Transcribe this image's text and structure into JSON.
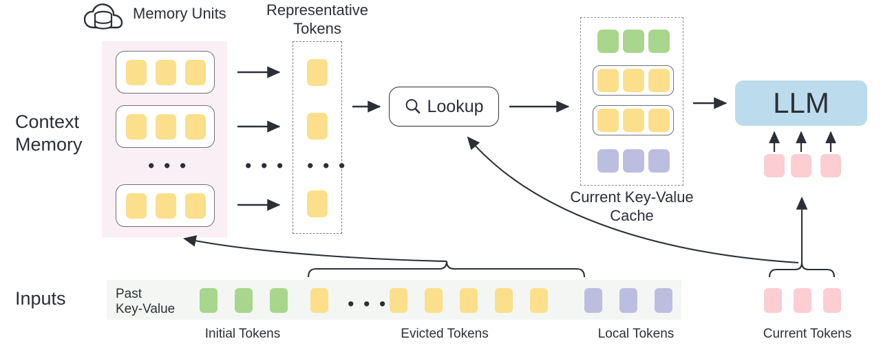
{
  "diagram": {
    "title": "Context Memory LLM Key-Value Cache Architecture",
    "row_labels": {
      "context_memory": "Context\nMemory",
      "inputs": "Inputs"
    },
    "headings": {
      "memory_units": "Memory Units",
      "representative_tokens": "Representative\nTokens",
      "current_kv_cache": "Current Key-Value\nCache"
    },
    "nodes": {
      "lookup": "Lookup",
      "llm": "LLM",
      "past_key_value": "Past\nKey-Value"
    },
    "ellipsis": "• • •",
    "captions": [
      {
        "name": "initial-tokens",
        "label": "Initial Tokens"
      },
      {
        "name": "evicted-tokens",
        "label": "Evicted Tokens"
      },
      {
        "name": "local-tokens",
        "label": "Local Tokens"
      },
      {
        "name": "current-tokens",
        "label": "Current Tokens"
      }
    ],
    "colors": {
      "yellow_token": "#FBDF8B",
      "green_token": "#A8D68C",
      "purple_token": "#BCBEE0",
      "pink_token": "#FCCDD2",
      "llm_blue": "#BCDBEC",
      "memory_background": "#FAEFF5",
      "inputs_background": "#F4F6F4",
      "stroke": "#2B2F36",
      "dashed_stroke": "#7B7B83"
    },
    "memory_units": [
      {
        "name": "memory-unit-1",
        "tokens": [
          "yellow",
          "yellow",
          "yellow"
        ]
      },
      {
        "name": "memory-unit-2",
        "tokens": [
          "yellow",
          "yellow",
          "yellow"
        ]
      },
      {
        "name": "memory-unit-n",
        "tokens": [
          "yellow",
          "yellow",
          "yellow"
        ]
      }
    ],
    "representative_tokens": [
      "yellow",
      "yellow",
      "yellow"
    ],
    "kv_cache_rows": [
      {
        "name": "kv-row-initial",
        "color": "green",
        "boxed": false,
        "count": 3
      },
      {
        "name": "kv-row-retrieved-1",
        "color": "yellow",
        "boxed": true,
        "count": 3
      },
      {
        "name": "kv-row-retrieved-2",
        "color": "yellow",
        "boxed": true,
        "count": 3
      },
      {
        "name": "kv-row-local",
        "color": "purple",
        "boxed": false,
        "count": 3
      }
    ],
    "llm_input_tokens": [
      "pink",
      "pink",
      "pink"
    ],
    "input_sequence": [
      {
        "color": "green",
        "group": "initial"
      },
      {
        "color": "green",
        "group": "initial"
      },
      {
        "color": "green",
        "group": "initial"
      },
      {
        "color": "yellow",
        "group": "evicted"
      },
      {
        "color": "ellipsis",
        "group": "evicted"
      },
      {
        "color": "yellow",
        "group": "evicted"
      },
      {
        "color": "yellow",
        "group": "evicted"
      },
      {
        "color": "yellow",
        "group": "evicted"
      },
      {
        "color": "yellow",
        "group": "evicted"
      },
      {
        "color": "yellow",
        "group": "evicted"
      },
      {
        "color": "purple",
        "group": "local"
      },
      {
        "color": "purple",
        "group": "local"
      },
      {
        "color": "purple",
        "group": "local"
      }
    ],
    "current_input_tokens": [
      "pink",
      "pink",
      "pink"
    ],
    "icons": {
      "memory_cloud": "cloud-database-icon",
      "lookup": "magnifier-icon"
    }
  }
}
